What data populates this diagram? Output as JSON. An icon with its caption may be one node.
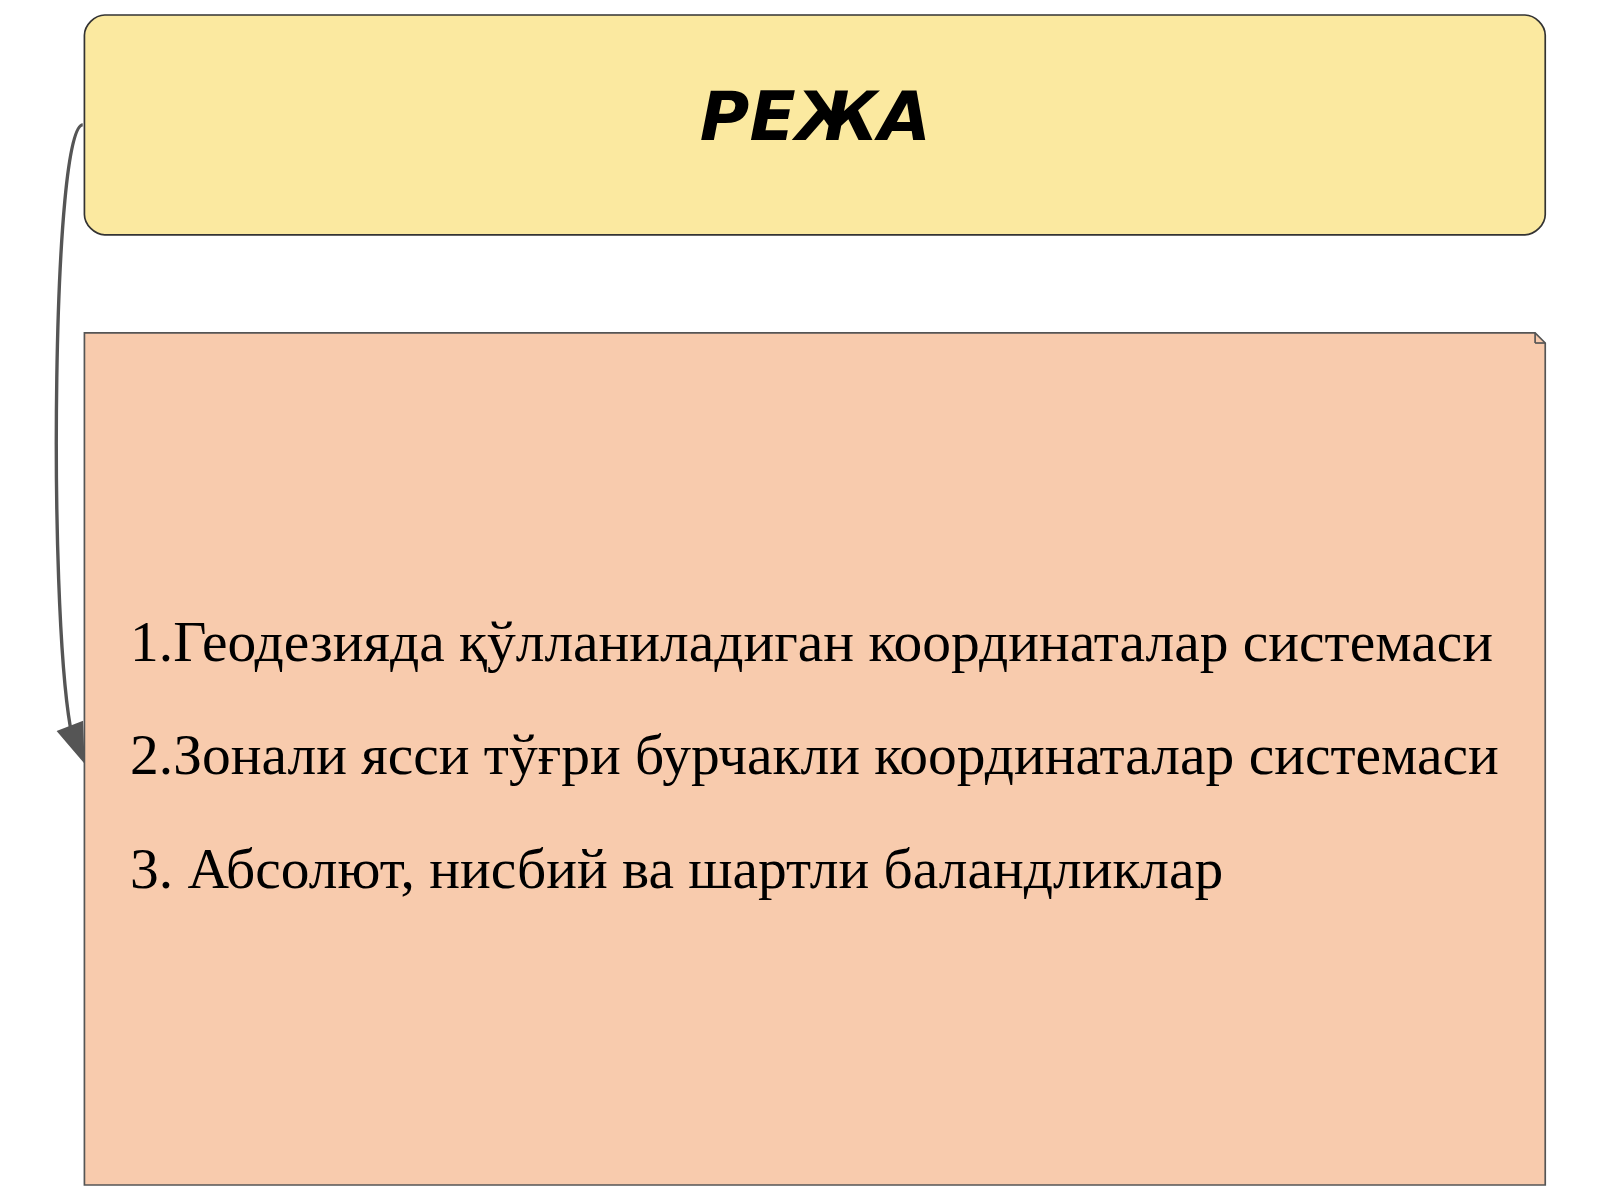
{
  "diagram": {
    "nodes": [
      {
        "text": [
          "РЕЖА"
        ]
      },
      {
        "text": [
          "1.Геодезияда қўлланиладиган координаталар системаси",
          "2.Зонали ясси тўғри бурчакли координаталар системаси",
          "3. Абсолют, нисбий ва шартли баландликлар"
        ]
      }
    ],
    "edges": [
      {
        "from": 0,
        "to": 1,
        "arrow": "to"
      }
    ]
  }
}
